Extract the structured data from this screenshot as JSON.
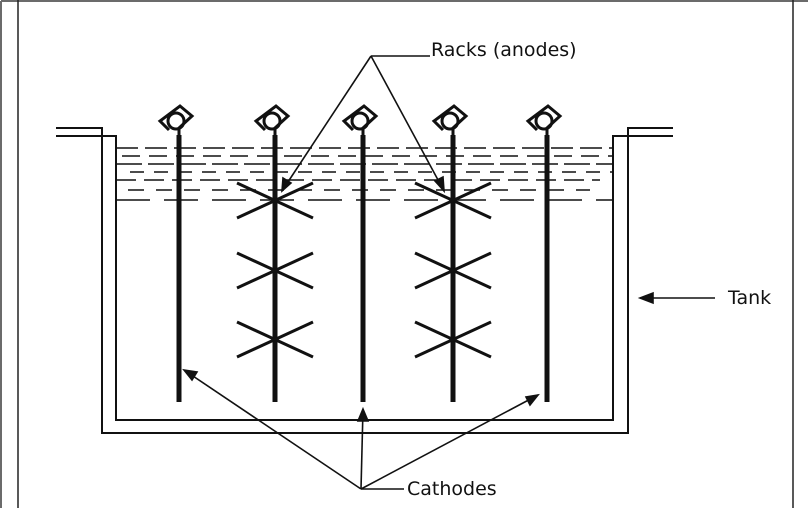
{
  "labels": {
    "racks": "Racks (anodes)",
    "tank": "Tank",
    "cathodes": "Cathodes"
  },
  "colors": {
    "ink": "#111111",
    "background": "#ffffff",
    "outer_border": "#6b6b6b"
  }
}
